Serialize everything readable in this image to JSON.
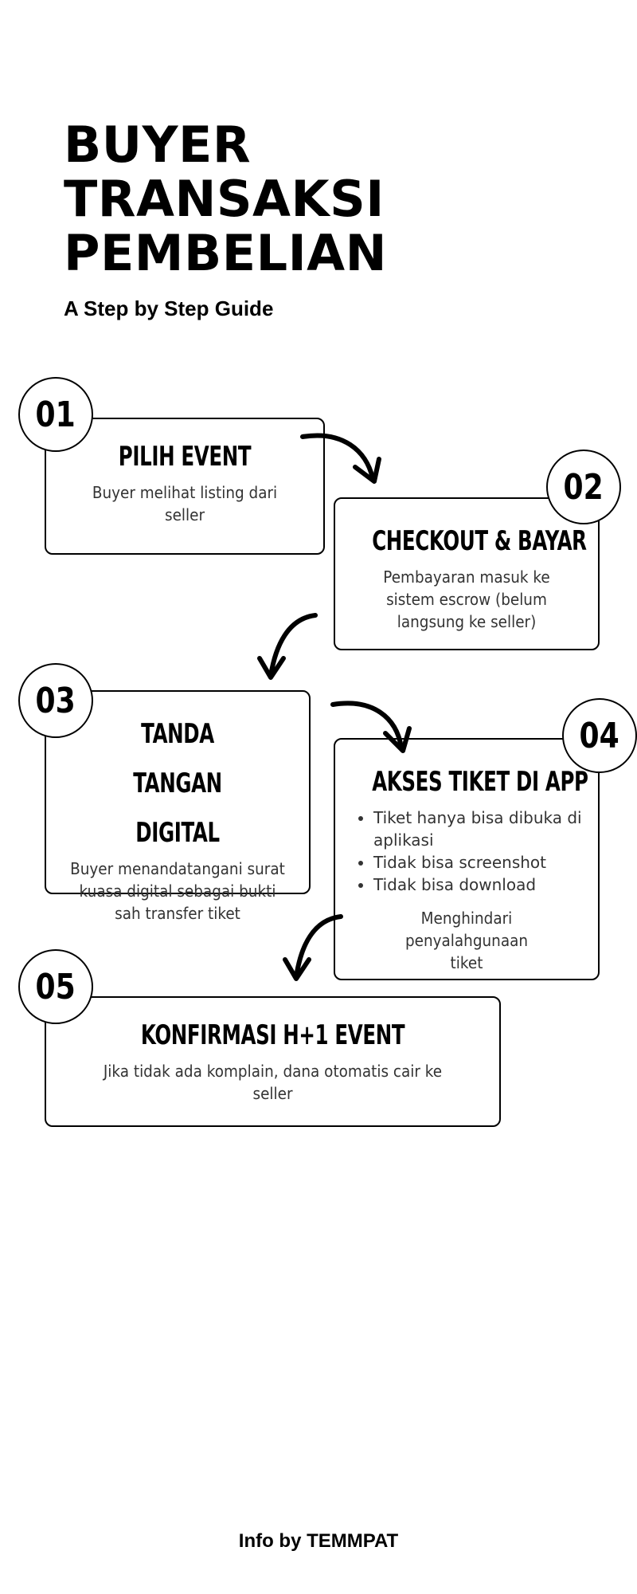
{
  "header": {
    "title_lines": [
      "BUYER",
      "TRANSAKSI",
      "PEMBELIAN"
    ],
    "subtitle": "A Step by Step Guide"
  },
  "steps": [
    {
      "number": "01",
      "title": "PILIH EVENT",
      "description": "Buyer melihat listing dari seller"
    },
    {
      "number": "02",
      "title": "CHECKOUT & BAYAR",
      "description": "Pembayaran masuk ke sistem escrow (belum langsung ke seller)"
    },
    {
      "number": "03",
      "title": "TANDA TANGAN DIGITAL",
      "description": "Buyer menandatangani surat kuasa digital sebagai bukti sah transfer tiket"
    },
    {
      "number": "04",
      "title": "AKSES TIKET DI APP",
      "bullets": [
        "Tiket hanya bisa dibuka di aplikasi",
        "Tidak bisa screenshot",
        "Tidak bisa download"
      ],
      "note": "Menghindari penyalahgunaan tiket"
    },
    {
      "number": "05",
      "title": "KONFIRMASI H+1 EVENT",
      "description": "Jika tidak ada komplain, dana otomatis cair ke seller"
    }
  ],
  "footer": {
    "text": "Info by TEMMPAT"
  }
}
